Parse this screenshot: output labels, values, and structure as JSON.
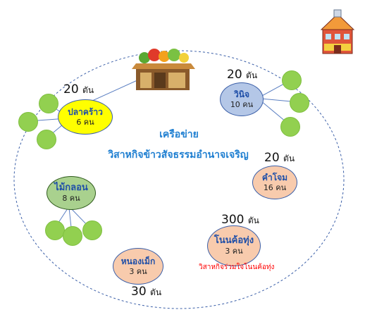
{
  "network": {
    "title_line1": "เครือข่าย",
    "title_line2": "วิสาหกิจข้าวสัจธรรมอำนาจเจริญ",
    "unit": "ตัน",
    "groups": [
      {
        "name": "ปลาคร้าว",
        "count": "6 คน",
        "tons": "20"
      },
      {
        "name": "วินิจ",
        "count": "10 คน",
        "tons": "20"
      },
      {
        "name": "คำโจม",
        "count": "16 คน",
        "tons": "20"
      },
      {
        "name": "ไม้กลอน",
        "count": "8 คน",
        "tons": ""
      },
      {
        "name": "โนนค้อทุ่ง",
        "count": "3 คน",
        "tons": "300",
        "note": "วิสาหกิจร่วมใจโนนค้อทุ่ง"
      },
      {
        "name": "หนองเม็ก",
        "count": "3 คน",
        "tons": "30"
      }
    ]
  },
  "colors": {
    "ring": "#3b5fa8",
    "leaf": "#92d050",
    "pla_krao": "#ffff00",
    "winit": "#b4c7e7",
    "peach": "#f8cbad",
    "mai_klon": "#a9d18e",
    "title": "#1f7fd1",
    "note": "#ff0000"
  },
  "icons": [
    "market-stall-icon",
    "school-building-icon"
  ]
}
